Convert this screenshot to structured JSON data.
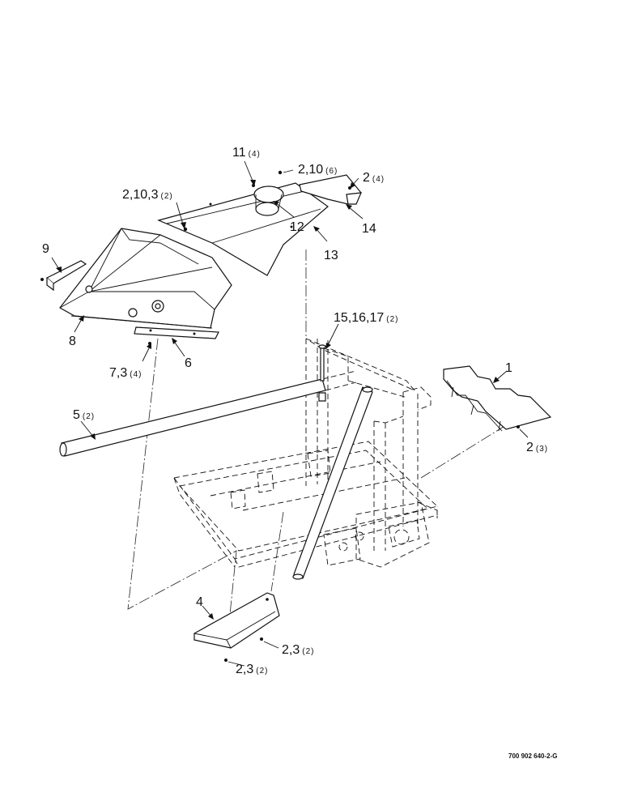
{
  "document_number": "700 902 640-2-G",
  "callouts": [
    {
      "id": "c11",
      "number": "11",
      "qty": "(4)"
    },
    {
      "id": "c2-10-top",
      "number": "2,10",
      "qty": "(6)"
    },
    {
      "id": "c2-top",
      "number": "2",
      "qty": "(4)"
    },
    {
      "id": "c2-10-3",
      "number": "2,10,3",
      "qty": "(2)"
    },
    {
      "id": "c12",
      "number": "12",
      "qty": ""
    },
    {
      "id": "c14",
      "number": "14",
      "qty": ""
    },
    {
      "id": "c13",
      "number": "13",
      "qty": ""
    },
    {
      "id": "c9",
      "number": "9",
      "qty": ""
    },
    {
      "id": "c8",
      "number": "8",
      "qty": ""
    },
    {
      "id": "c15-17",
      "number": "15,16,17",
      "qty": "(2)"
    },
    {
      "id": "c7-3",
      "number": "7,3",
      "qty": "(4)"
    },
    {
      "id": "c6",
      "number": "6",
      "qty": ""
    },
    {
      "id": "c1",
      "number": "1",
      "qty": ""
    },
    {
      "id": "c5",
      "number": "5",
      "qty": "(2)"
    },
    {
      "id": "c2-right",
      "number": "2",
      "qty": "(3)"
    },
    {
      "id": "c4",
      "number": "4",
      "qty": ""
    },
    {
      "id": "c2-3-a",
      "number": "2,3",
      "qty": "(2)"
    },
    {
      "id": "c2-3-b",
      "number": "2,3",
      "qty": "(2)"
    }
  ]
}
